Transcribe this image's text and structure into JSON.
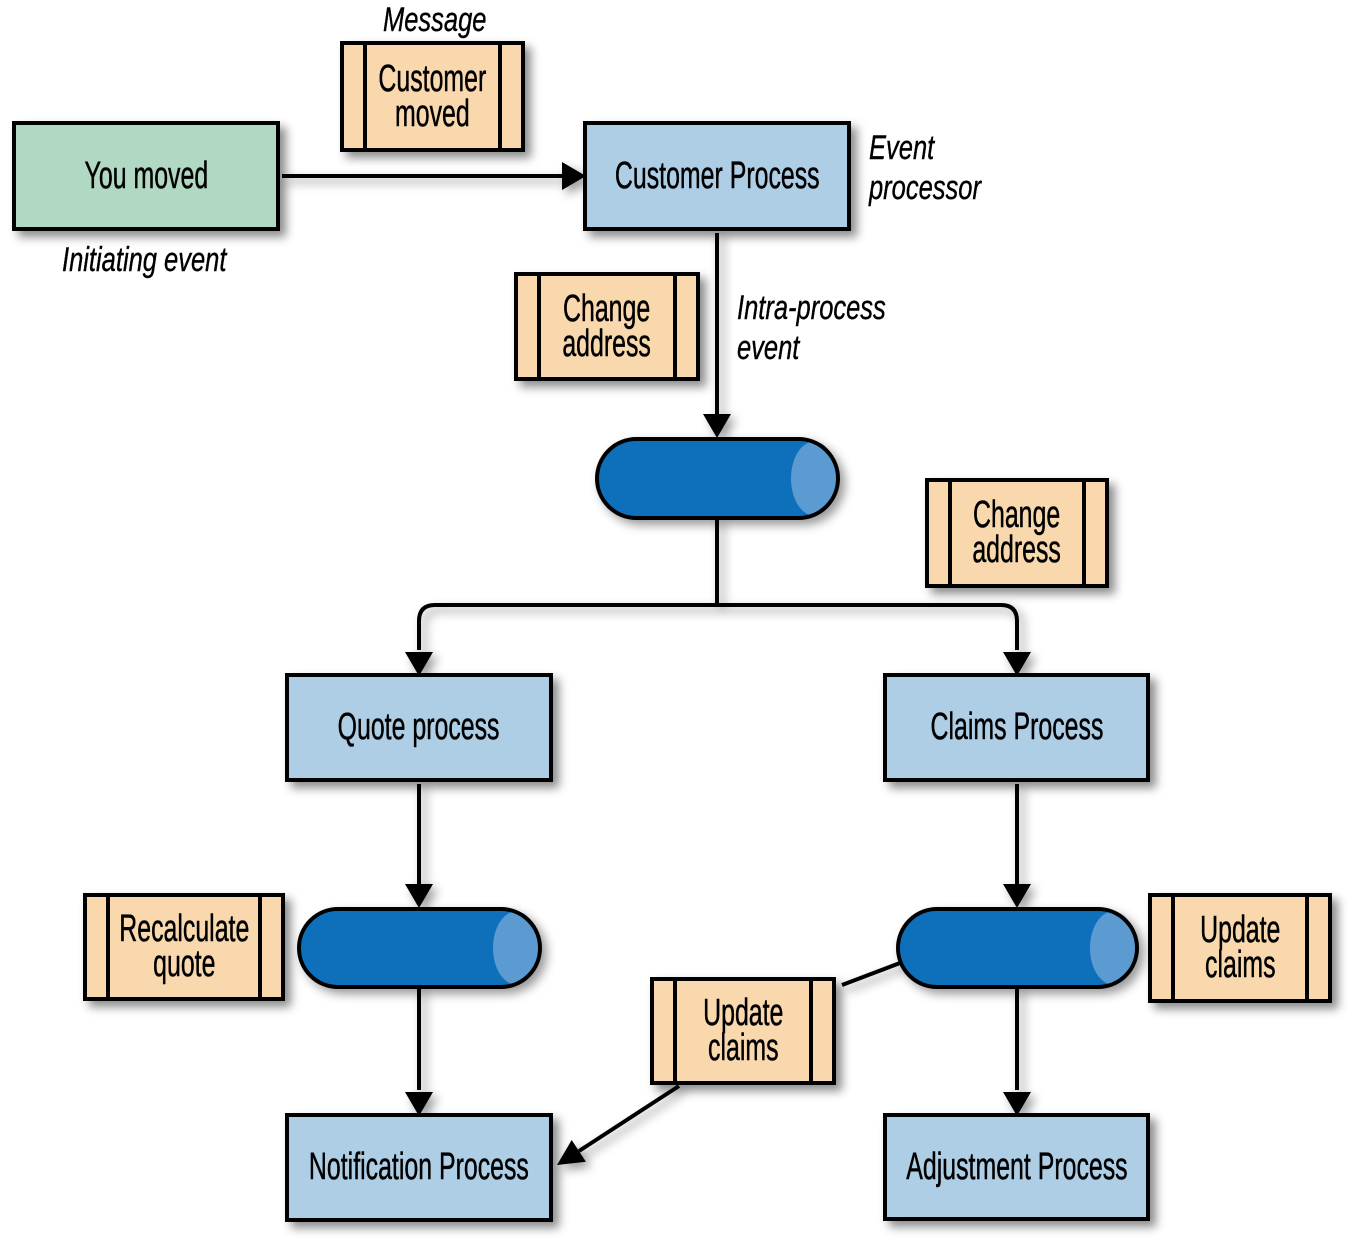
{
  "diagram": {
    "type": "flowchart",
    "nodes": {
      "you_moved": {
        "label": "You moved",
        "kind": "initiating-event"
      },
      "customer_process": {
        "label": "Customer Process",
        "kind": "event-processor"
      },
      "quote_process": {
        "label": "Quote process",
        "kind": "event-processor"
      },
      "claims_process": {
        "label": "Claims Process",
        "kind": "event-processor"
      },
      "notification_process": {
        "label": "Notification Process",
        "kind": "event-processor"
      },
      "adjustment_process": {
        "label": "Adjustment Process",
        "kind": "event-processor"
      }
    },
    "messages": {
      "customer_moved": {
        "label": "Customer\nmoved"
      },
      "change_address_1": {
        "label": "Change\naddress"
      },
      "change_address_2": {
        "label": "Change\naddress"
      },
      "recalculate_quote": {
        "label": "Recalculate\nquote"
      },
      "update_claims_mid": {
        "label": "Update\nclaims"
      },
      "update_claims_right": {
        "label": "Update\nclaims"
      }
    },
    "annotations": {
      "message": "Message",
      "initiating_event": "Initiating event",
      "event_processor": "Event\nprocessor",
      "intra_process_event": "Intra-process\nevent"
    },
    "colors": {
      "event-fill": "#b0d8c2",
      "process-fill": "#aecee6",
      "message-fill": "#f8d8ac",
      "channel-fill": "#0e70ba",
      "channel-cap-fill": "#5b9bd2",
      "line": "#000000",
      "background": "#ffffff"
    }
  }
}
